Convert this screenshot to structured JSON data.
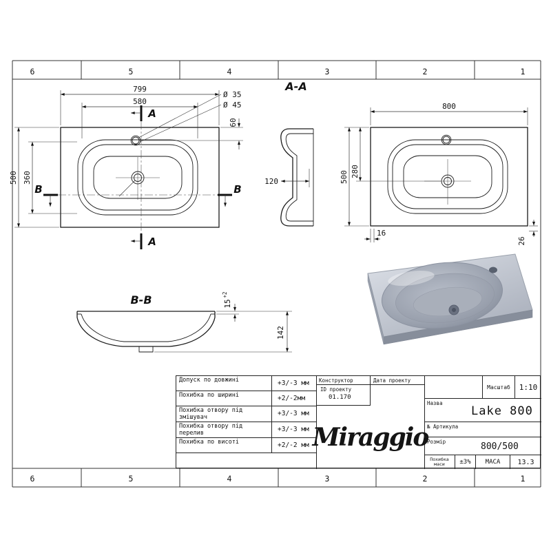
{
  "sheet": {
    "column_labels": [
      "6",
      "5",
      "4",
      "3",
      "2",
      "1"
    ]
  },
  "views": {
    "plan": {
      "dim_overall_width": "799",
      "dim_bowl_width": "580",
      "dim_overall_depth": "500",
      "dim_bowl_depth": "360",
      "dim_faucet_hole": "Ø 35",
      "dim_faucet_recess": "Ø 45",
      "dim_faucet_offset": "60",
      "section_a": "A",
      "section_b": "B"
    },
    "section_aa": {
      "title": "A-A",
      "dim_depth": "120"
    },
    "front": {
      "dim_width": "800",
      "dim_depth": "500",
      "dim_drain_offset": "280",
      "dim_edge": "16",
      "dim_rim": "26"
    },
    "section_bb": {
      "title": "B-B",
      "dim_rim_thickness": "15",
      "dim_rim_tol": "+2",
      "dim_height": "142"
    }
  },
  "title_block": {
    "tolerances": [
      {
        "label": "Допуск по довжині",
        "value": "+3/-3 мм"
      },
      {
        "label": "Похибка по ширині",
        "value": "+2/-2мм"
      },
      {
        "label": "Похибка отвору під змішувач",
        "value": "+3/-3 мм"
      },
      {
        "label": "Похибка отвору під перелив",
        "value": "+3/-3 мм"
      },
      {
        "label": "Похибка по висоті",
        "value": "+2/-2 мм"
      }
    ],
    "constructor_label": "Конструктор",
    "date_label": "Дата проекту",
    "project_id_label": "ID проекту",
    "project_id": "01.170",
    "logo": "Miraggio",
    "scale_label": "Масштаб",
    "scale_value": "1:10",
    "name_label": "Назва",
    "name_value": "Lake 800",
    "article_label": "№ Артикула",
    "size_label": "Розмір",
    "size_value": "800/500",
    "mass_tol_label": "Похибка маси",
    "mass_tol_value": "±3%",
    "mass_label": "МАСА",
    "mass_value": "13.3"
  }
}
